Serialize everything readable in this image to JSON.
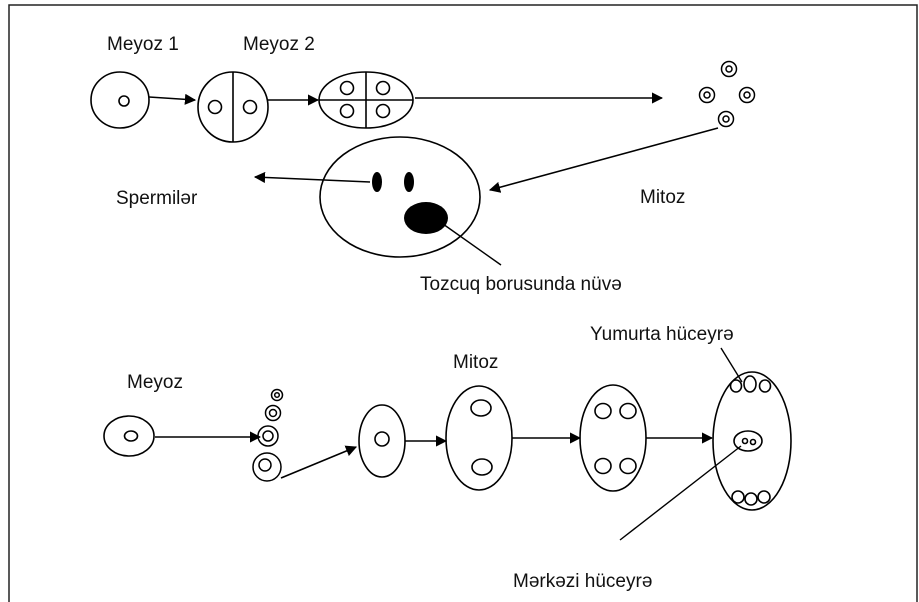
{
  "labels": {
    "meyoz1": "Meyoz  1",
    "meyoz2": "Meyoz  2",
    "spermiler": "Spermilər",
    "mitoz_top": "Mitoz",
    "tozcuq": "Tozcuq borusunda nüvə",
    "meyoz_bottom": "Meyoz",
    "mitoz_bottom": "Mitoz",
    "yumurta": "Yumurta hüceyrə",
    "merkezi": "Mərkəzi hüceyrə"
  },
  "colors": {
    "stroke": "#000000",
    "fill_dark": "#000000",
    "background": "#ffffff",
    "frame": "#222222"
  }
}
